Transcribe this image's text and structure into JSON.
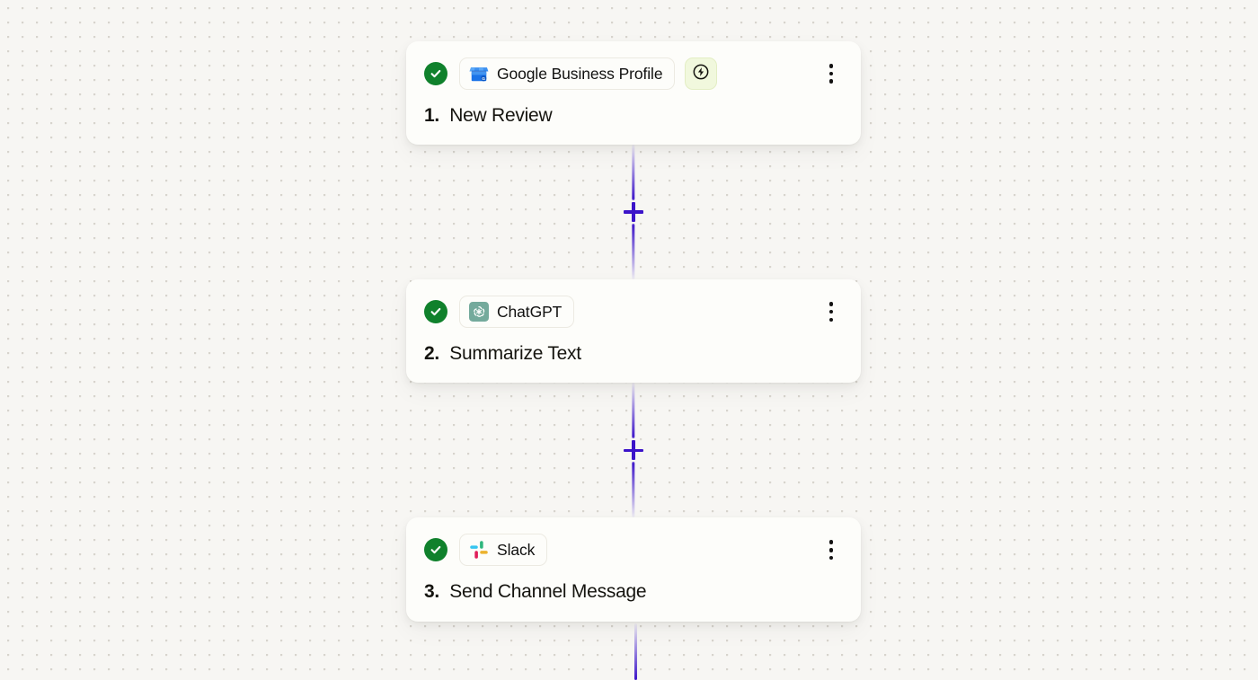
{
  "canvas": {
    "background_color": "#f7f6f3",
    "dot_grid": true,
    "connector_color": "#3b13c9"
  },
  "workflow": {
    "steps": [
      {
        "index": 1,
        "number_label": "1.",
        "title": "New Review",
        "app_name": "Google Business Profile",
        "app_icon": "google-business-profile-icon",
        "status": "complete",
        "status_icon": "check-circle-icon",
        "is_trigger": true,
        "trigger_icon": "lightning-bolt-icon",
        "trigger_badge_color": "#f1f8dd",
        "menu_icon": "kebab-menu-icon"
      },
      {
        "index": 2,
        "number_label": "2.",
        "title": "Summarize Text",
        "app_name": "ChatGPT",
        "app_icon": "chatgpt-icon",
        "status": "complete",
        "status_icon": "check-circle-icon",
        "is_trigger": false,
        "menu_icon": "kebab-menu-icon"
      },
      {
        "index": 3,
        "number_label": "3.",
        "title": "Send Channel Message",
        "app_name": "Slack",
        "app_icon": "slack-icon",
        "status": "complete",
        "status_icon": "check-circle-icon",
        "is_trigger": false,
        "menu_icon": "kebab-menu-icon"
      }
    ],
    "connectors": [
      {
        "after_step": 1,
        "add_icon": "plus-icon"
      },
      {
        "after_step": 2,
        "add_icon": "plus-icon"
      }
    ],
    "status_color": "#10812c"
  }
}
